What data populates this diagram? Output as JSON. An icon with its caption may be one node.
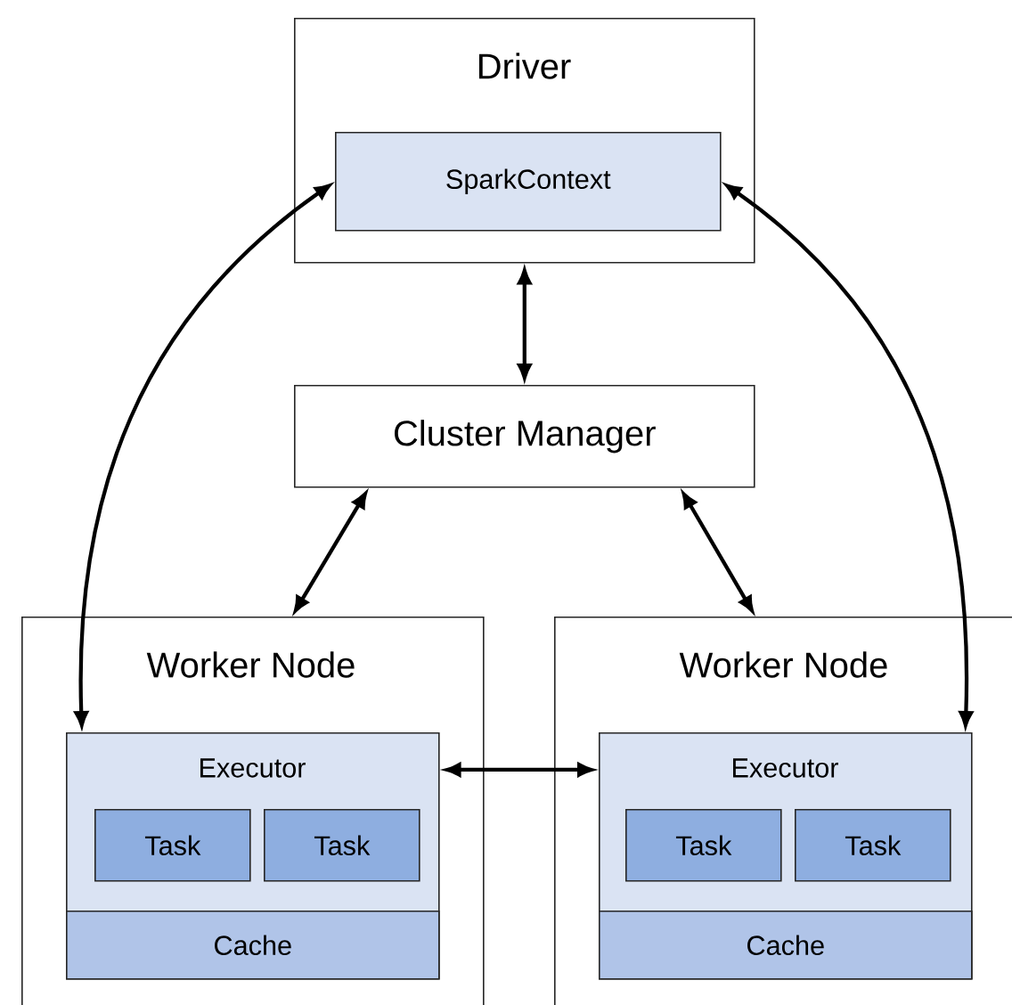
{
  "diagram": {
    "nodes": [
      {
        "text": [
          "Driver"
        ]
      },
      {
        "text": [
          "SparkContext"
        ],
        "in": 0
      },
      {
        "text": [
          "Cluster Manager"
        ]
      },
      {
        "text": [
          "Worker Node"
        ]
      },
      {
        "text": [
          "Worker Node"
        ]
      },
      {
        "text": [
          "Executor"
        ],
        "in": 3
      },
      {
        "text": [
          "Task"
        ],
        "in": 5
      },
      {
        "text": [
          "Task"
        ],
        "in": 5
      },
      {
        "text": [
          "Cache"
        ],
        "in": 5
      },
      {
        "text": [
          "Executor"
        ],
        "in": 4
      },
      {
        "text": [
          "Task"
        ],
        "in": 9
      },
      {
        "text": [
          "Task"
        ],
        "in": 9
      },
      {
        "text": [
          "Cache"
        ],
        "in": 9
      }
    ],
    "edges": [
      {
        "from": 0,
        "to": 2,
        "arrow": "both"
      },
      {
        "from": 2,
        "to": 3,
        "arrow": "both"
      },
      {
        "from": 2,
        "to": 4,
        "arrow": "both"
      },
      {
        "from": 1,
        "to": 5,
        "arrow": "both"
      },
      {
        "from": 1,
        "to": 9,
        "arrow": "both"
      },
      {
        "from": 5,
        "to": 9,
        "arrow": "both"
      }
    ]
  }
}
